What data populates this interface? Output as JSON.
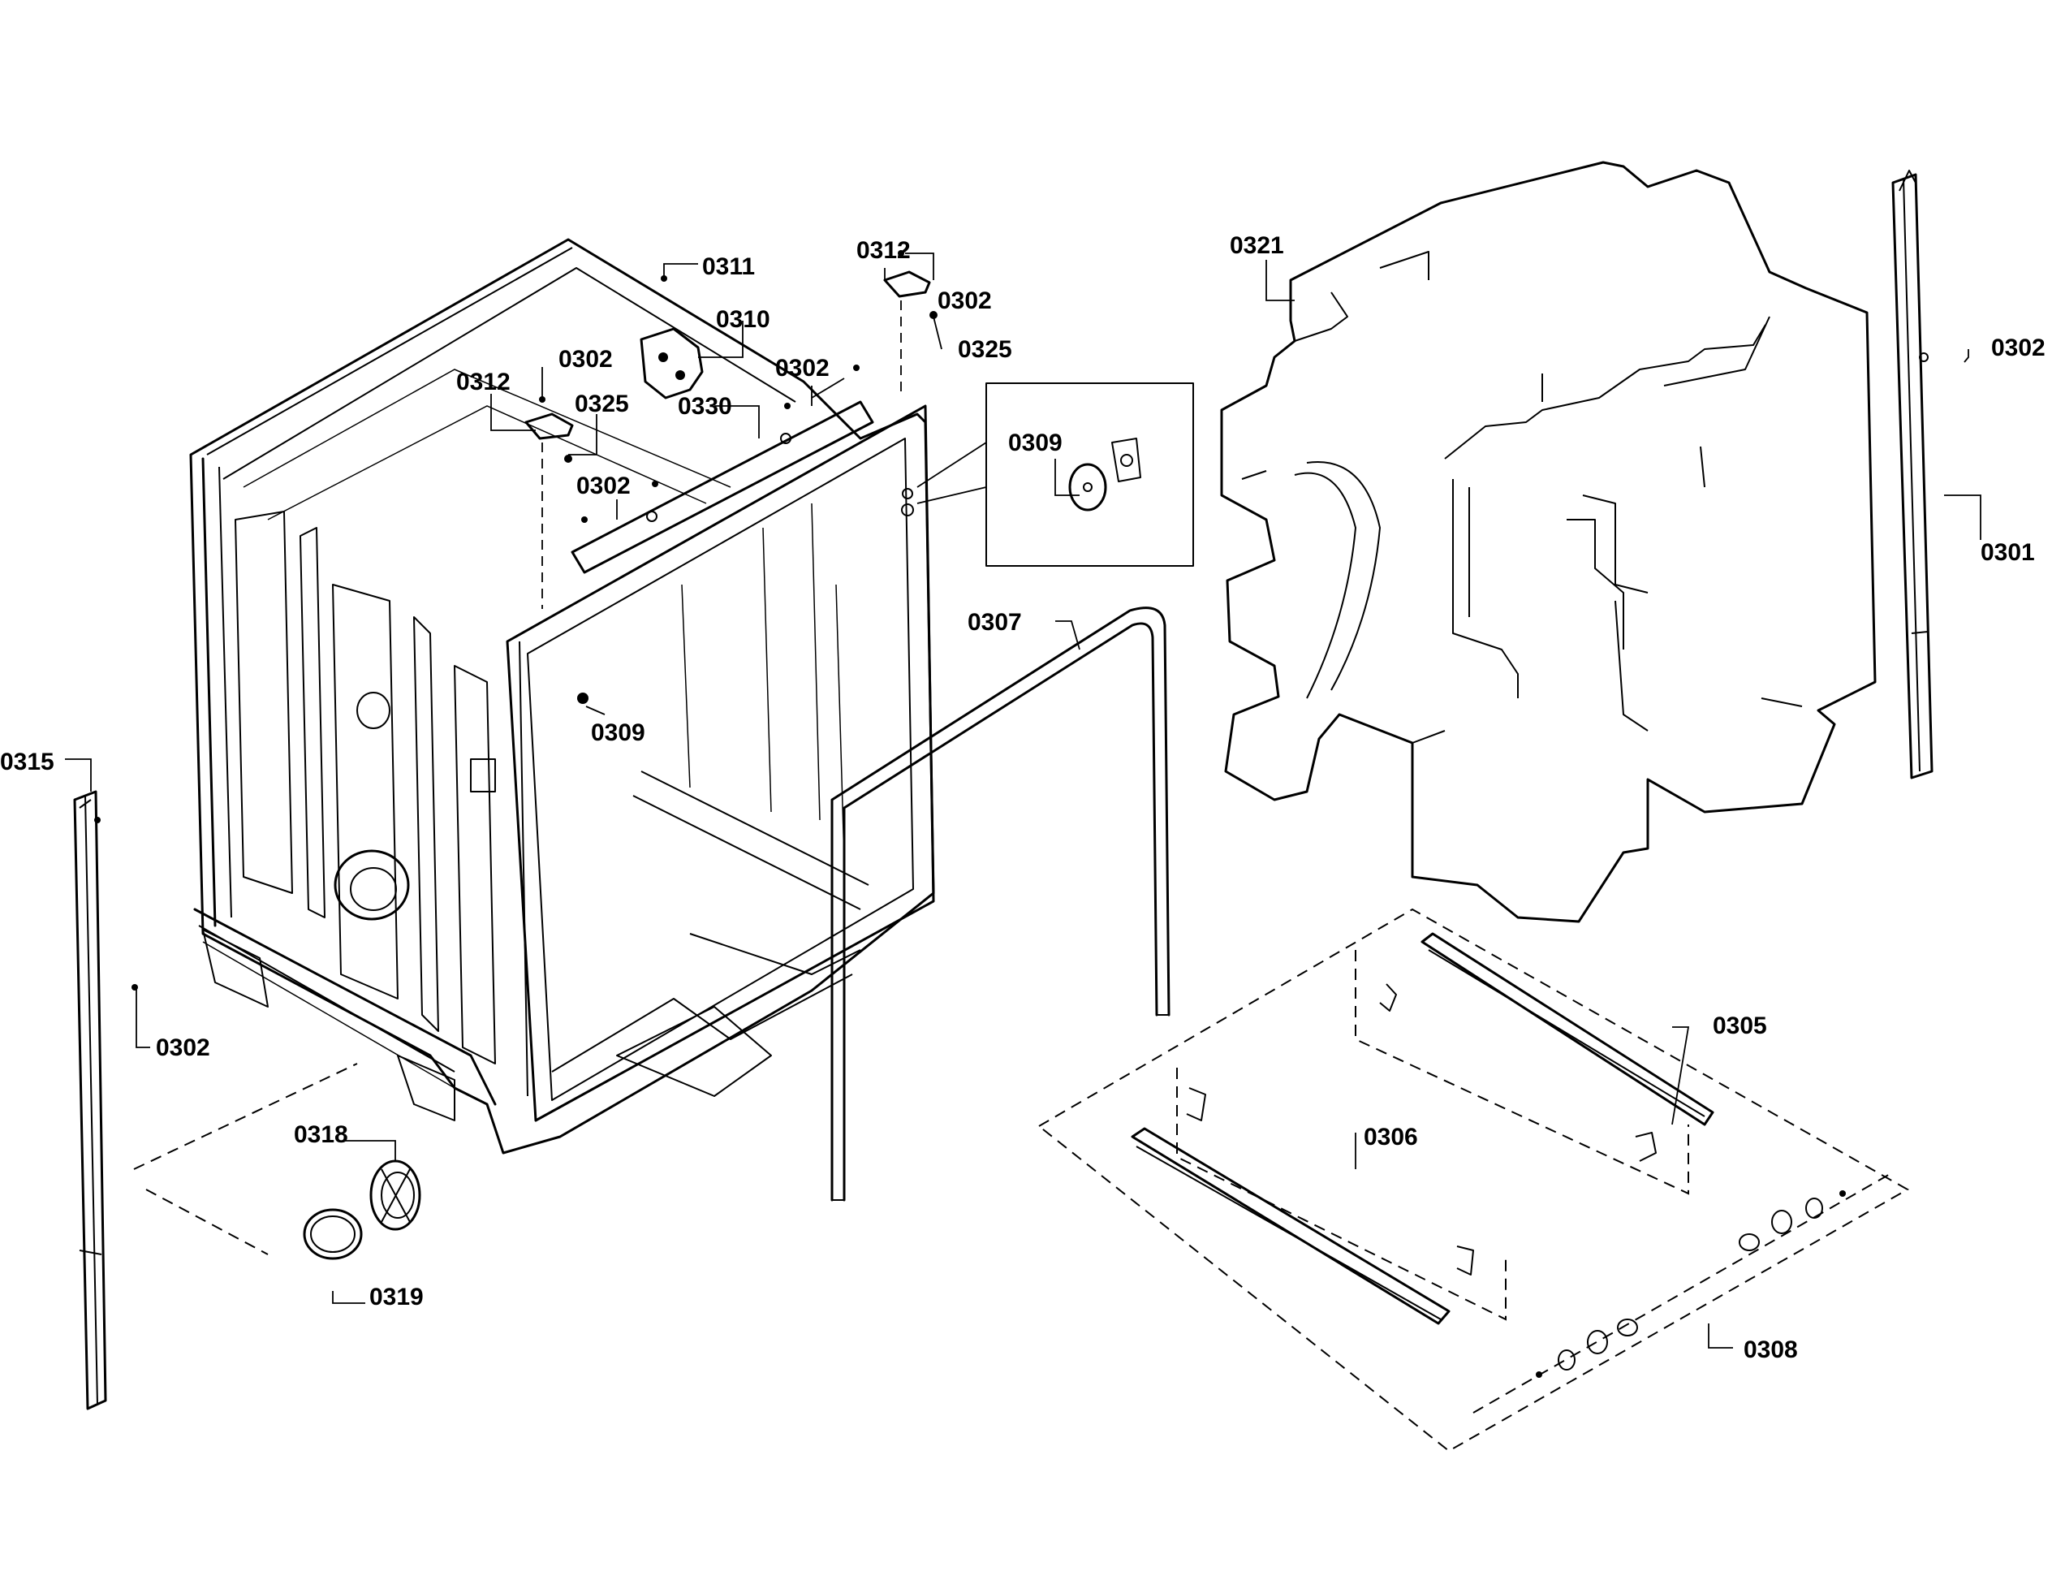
{
  "diagram": {
    "callouts": {
      "c0311": "0311",
      "c0310": "0310",
      "c0312a": "0312",
      "c0302a": "0302",
      "c0325a": "0325",
      "c0330": "0330",
      "c0302b": "0302",
      "c0302c": "0302",
      "c0312b": "0312",
      "c0302d": "0302",
      "c0325b": "0325",
      "c0309a": "0309",
      "c0309b": "0309",
      "c0307": "0307",
      "c0321": "0321",
      "c0302e": "0302",
      "c0301": "0301",
      "c0315": "0315",
      "c0302f": "0302",
      "c0318": "0318",
      "c0319": "0319",
      "c0305": "0305",
      "c0306": "0306",
      "c0308": "0308"
    }
  }
}
